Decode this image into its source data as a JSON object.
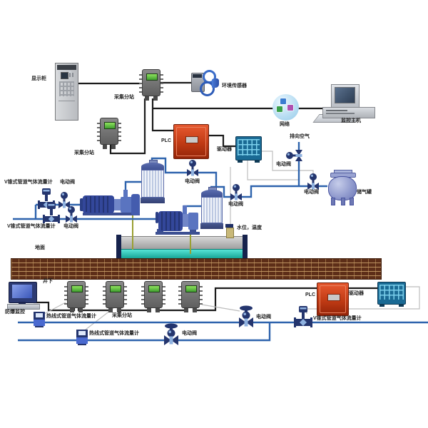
{
  "palette": {
    "comm": "#1b1b1b",
    "pipe": "#2e63ad",
    "wire": "#bdbdbd",
    "drain": "#9aa032",
    "navy": "#24356e",
    "valveLight": "#8fb2e0",
    "screenGreen": "#5ec13d",
    "plcRed": "#c6391b",
    "driverTeal": "#2f8fc0",
    "brick": "#5d2e18",
    "mortar": "#c8a06a",
    "water": "#23bdae",
    "tankBlue": "#99a3d2",
    "netBlue": "#3a7cd0",
    "netGreen": "#3aa04a",
    "netMagenta": "#b050b0"
  },
  "top": {
    "display_cabinet": "显示柜",
    "substation": "采集分站",
    "env_sensor": "环境传感器",
    "network": "网络",
    "host": "监控主机",
    "plc": "PLC",
    "driver": "驱动器"
  },
  "mid": {
    "vent": "排向空气",
    "valve": "电动阀",
    "gas_tank": "储气罐",
    "vcone_meter": "V锥式管道气体流量计",
    "level_temp": "水位，温度",
    "ground": "地面"
  },
  "bottom": {
    "underground": "井下",
    "exp_monitor": "防爆监控",
    "hotwire_meter": "热线式管道气体流量计",
    "substation": "采集分站",
    "valve": "电动阀",
    "vcone_meter": "V锥式管道气体流量计",
    "plc": "PLC",
    "driver": "驱动器"
  }
}
